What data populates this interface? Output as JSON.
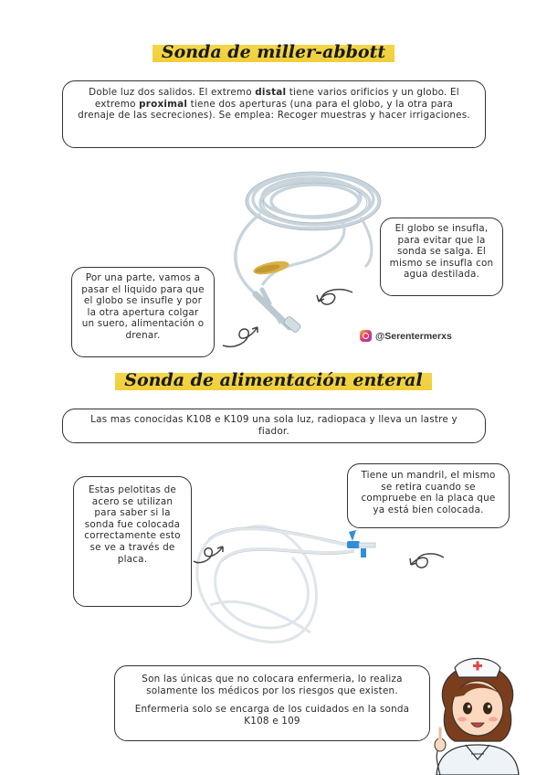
{
  "section1": {
    "title": "Sonda de miller-abbott",
    "intro": {
      "part1": "Doble luz dos salidos. El extremo ",
      "distal": "distal",
      "part2": " tiene varios orificios y un globo. El extremo ",
      "proximal": "proximal",
      "part3": " tiene dos aperturas (una para el globo, y la otra para drenaje de las secreciones). Se emplea: Recoger muestras y hacer irrigaciones."
    },
    "note_right": "El globo se insufla, para evitar que la sonda se salga. El mismo se insufla con agua destilada.",
    "note_left": "Por una parte, vamos a pasar el liquido para que el globo se insufle y por la otra apertura colgar un suero, alimentación o drenar.",
    "credit": "@Serentermerxs"
  },
  "section2": {
    "title": "Sonda de alimentación enteral",
    "intro": "Las mas conocidas K108 e K109 una sola luz, radiopaca y lleva un lastre y fiador.",
    "note_right": "Tiene un mandril, el mismo se retira cuando se compruebe en la placa que ya está bien colocada.",
    "note_left": "Estas pelotitas de acero se utilizan para saber si la sonda fue colocada correctamente esto se ve a través de placa.",
    "bottom_line1": "Son las únicas que no colocara enfermeria, lo realiza solamente los médicos por los riesgos que existen.",
    "bottom_line2": "Enfermeria solo se encarga de los cuidados en la sonda K108 e 109"
  }
}
